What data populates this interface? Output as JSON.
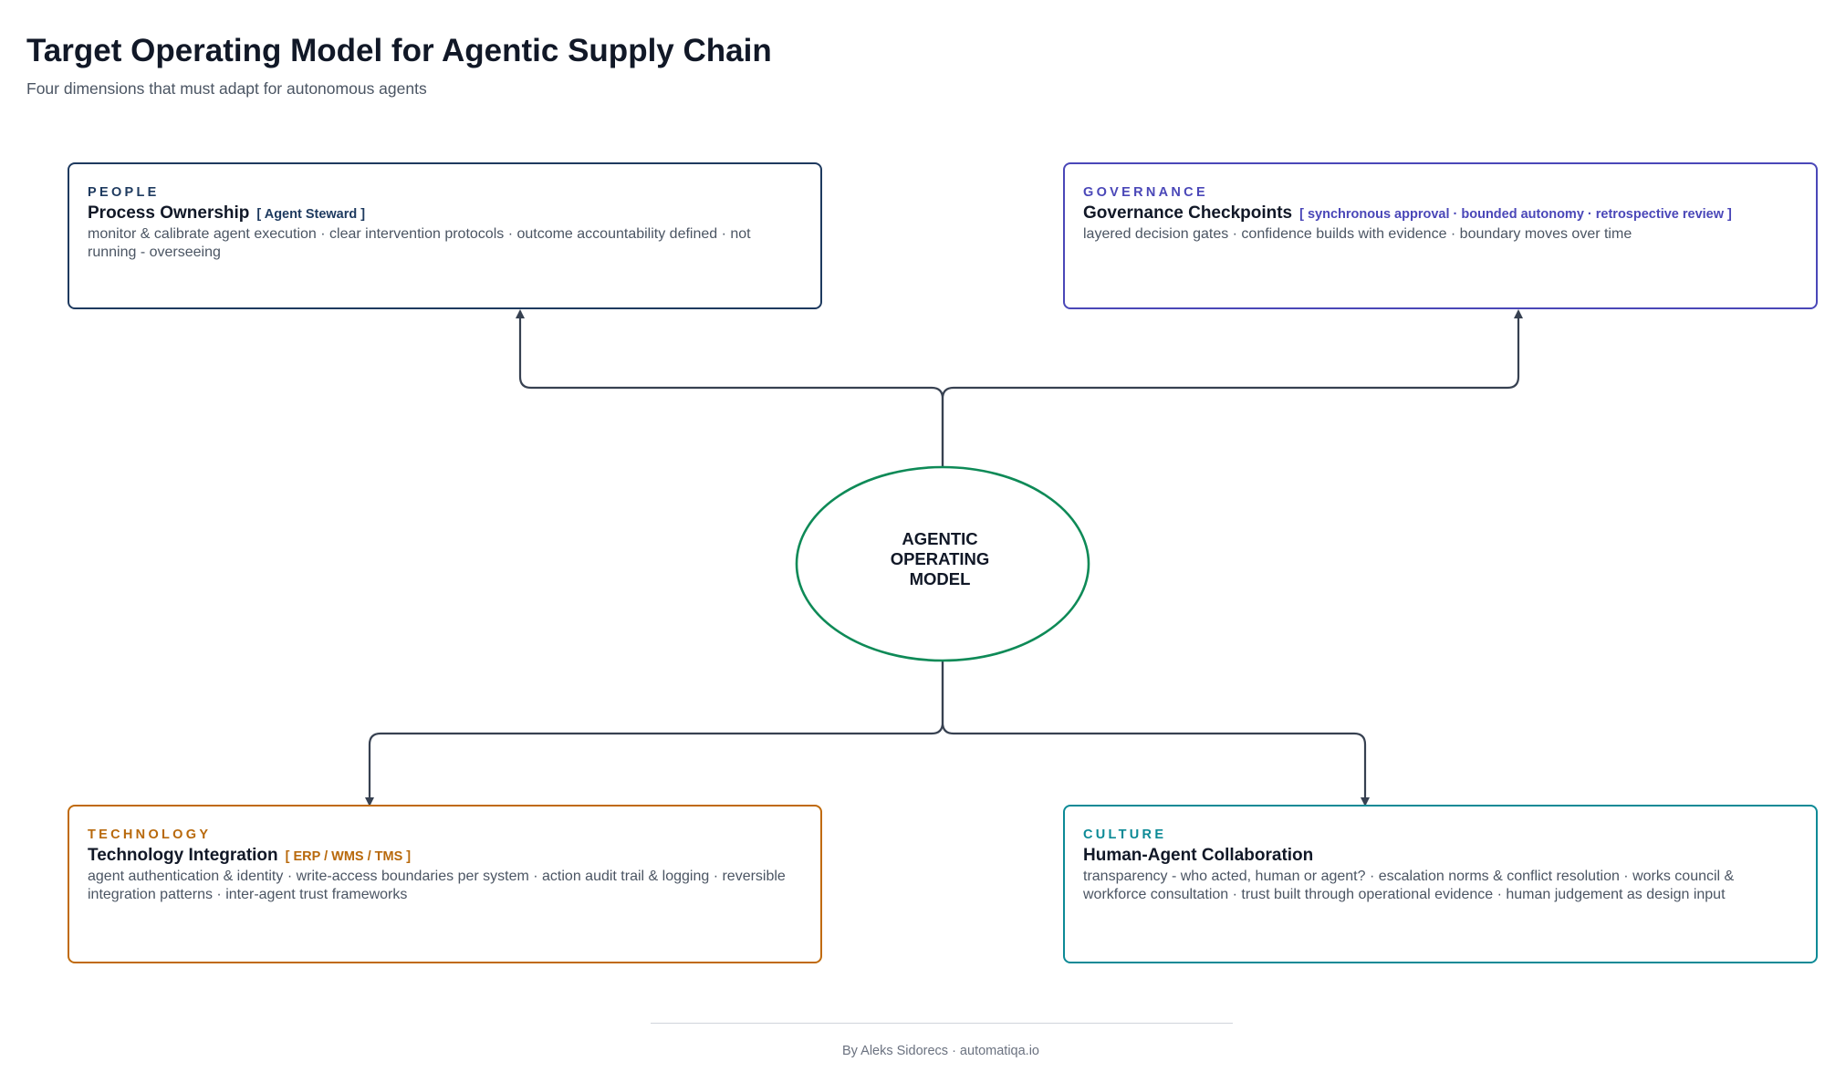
{
  "header": {
    "title": "Target Operating Model for Agentic Supply Chain",
    "subtitle": "Four dimensions that must adapt for autonomous agents"
  },
  "center": {
    "lines": [
      "AGENTIC",
      "OPERATING",
      "MODEL"
    ],
    "color": "#0e8a57"
  },
  "connector_color": "#374151",
  "cards": {
    "people": {
      "label": "PEOPLE",
      "title": "Process Ownership",
      "tag": "[ Agent Steward ]",
      "description": "monitor & calibrate agent execution · clear intervention protocols · outcome accountability defined · not running - overseeing",
      "color": "#1e3a5f"
    },
    "governance": {
      "label": "GOVERNANCE",
      "title": "Governance Checkpoints",
      "tag": "[ synchronous approval · bounded autonomy · retrospective review ]",
      "description": "layered decision gates · confidence builds with evidence · boundary moves over time",
      "color": "#4a47b8"
    },
    "technology": {
      "label": "TECHNOLOGY",
      "title": "Technology Integration",
      "tag": "[ ERP / WMS / TMS ]",
      "description": "agent authentication & identity · write-access boundaries per system · action audit trail & logging · reversible integration patterns · inter-agent trust frameworks",
      "color": "#c06a0a"
    },
    "culture": {
      "label": "CULTURE",
      "title": "Human-Agent Collaboration",
      "tag": "",
      "description": "transparency - who acted, human or agent? · escalation norms & conflict resolution · works council & workforce consultation · trust built through operational evidence · human judgement as design input",
      "color": "#0c8a96"
    }
  },
  "footer": {
    "text": "By Aleks Sidorecs · automatiqa.io"
  }
}
